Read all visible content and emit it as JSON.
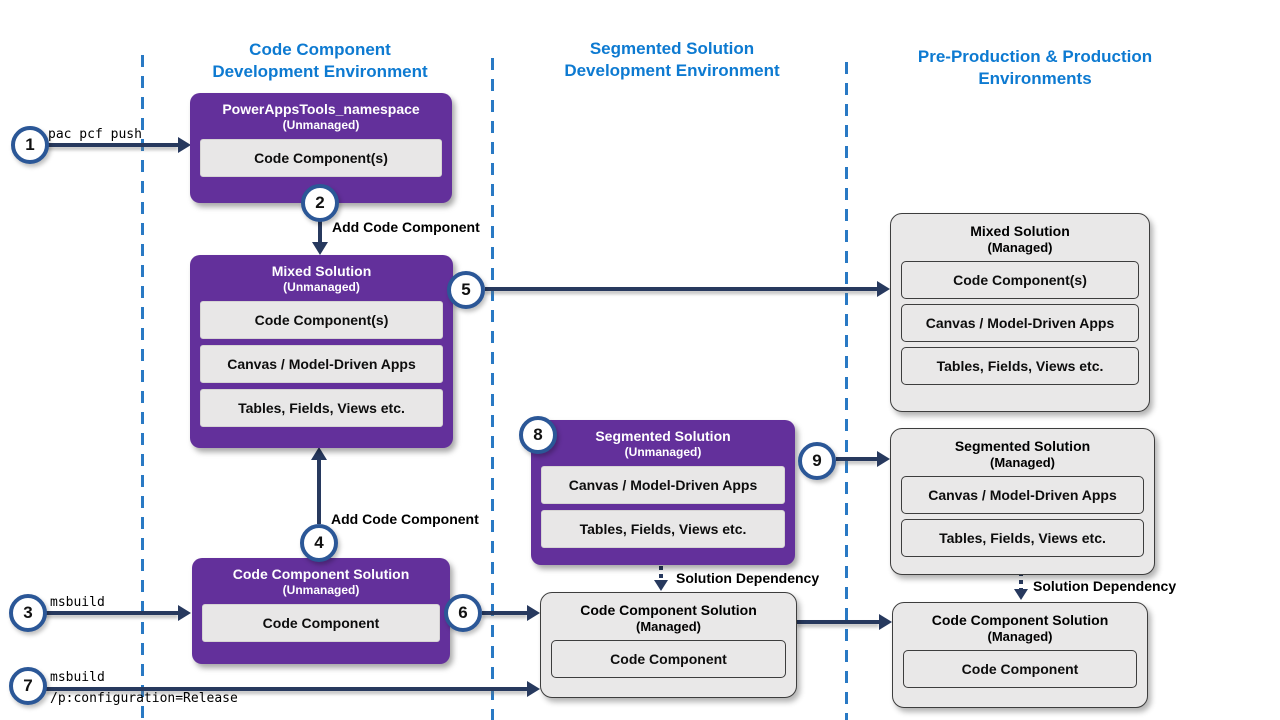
{
  "columns": [
    {
      "line1": "Code Component",
      "line2": "Development Environment"
    },
    {
      "line1": "Segmented Solution",
      "line2": "Development Environment"
    },
    {
      "line1": "Pre-Production & Production",
      "line2": "Environments"
    }
  ],
  "boxes": {
    "powerappstools": {
      "title": "PowerAppsTools_namespace",
      "subtitle": "(Unmanaged)",
      "items": [
        "Code Component(s)"
      ]
    },
    "mixed_unmanaged": {
      "title": "Mixed Solution",
      "subtitle": "(Unmanaged)",
      "items": [
        "Code Component(s)",
        "Canvas / Model-Driven Apps",
        "Tables, Fields, Views etc."
      ]
    },
    "ccs_unmanaged": {
      "title": "Code Component Solution",
      "subtitle": "(Unmanaged)",
      "items": [
        "Code Component"
      ]
    },
    "segmented_unmanaged": {
      "title": "Segmented Solution",
      "subtitle": "(Unmanaged)",
      "items": [
        "Canvas / Model-Driven Apps",
        "Tables, Fields, Views etc."
      ]
    },
    "mixed_managed": {
      "title": "Mixed Solution",
      "subtitle": "(Managed)",
      "items": [
        "Code Component(s)",
        "Canvas / Model-Driven Apps",
        "Tables, Fields, Views etc."
      ]
    },
    "segmented_managed": {
      "title": "Segmented Solution",
      "subtitle": "(Managed)",
      "items": [
        "Canvas / Model-Driven Apps",
        "Tables, Fields, Views etc."
      ]
    },
    "ccs_managed_mid": {
      "title": "Code Component Solution",
      "subtitle": "(Managed)",
      "items": [
        "Code Component"
      ]
    },
    "ccs_managed_right": {
      "title": "Code Component Solution",
      "subtitle": "(Managed)",
      "items": [
        "Code Component"
      ]
    }
  },
  "steps": [
    "1",
    "2",
    "3",
    "4",
    "5",
    "6",
    "7",
    "8",
    "9"
  ],
  "labels": {
    "cmd_step1": "pac pcf push",
    "cmd_step3": "msbuild",
    "cmd_step7_line1": "msbuild",
    "cmd_step7_line2": "/p:configuration=Release",
    "add_code_component_upper": "Add Code Component",
    "add_code_component_lower": "Add Code Component",
    "solution_dependency_middle": "Solution Dependency",
    "solution_dependency_right": "Solution Dependency"
  },
  "colors": {
    "unmanaged_purple": "#63309B",
    "managed_gray": "#E9E8E8",
    "arrow_navy": "#27395E",
    "badge_border_blue": "#2B5797",
    "header_blue": "#0D7AD1",
    "separator_blue": "#2979C4"
  }
}
